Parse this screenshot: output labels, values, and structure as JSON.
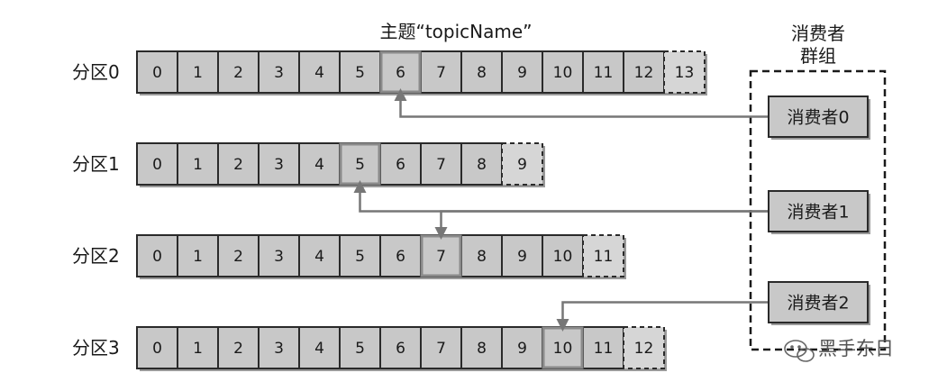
{
  "topic_title": "主题“topicName”",
  "group_title_line1": "消费者",
  "group_title_line2": "群组",
  "partitions": [
    {
      "label": "分区0",
      "offsets": [
        "0",
        "1",
        "2",
        "3",
        "4",
        "5",
        "6",
        "7",
        "8",
        "9",
        "10",
        "11",
        "12",
        "13"
      ],
      "highlighted_offset": "6",
      "pending_offset": "13"
    },
    {
      "label": "分区1",
      "offsets": [
        "0",
        "1",
        "2",
        "3",
        "4",
        "5",
        "6",
        "7",
        "8",
        "9"
      ],
      "highlighted_offset": "5",
      "pending_offset": "9"
    },
    {
      "label": "分区2",
      "offsets": [
        "0",
        "1",
        "2",
        "3",
        "4",
        "5",
        "6",
        "7",
        "8",
        "9",
        "10",
        "11"
      ],
      "highlighted_offset": "7",
      "pending_offset": "11"
    },
    {
      "label": "分区3",
      "offsets": [
        "0",
        "1",
        "2",
        "3",
        "4",
        "5",
        "6",
        "7",
        "8",
        "9",
        "10",
        "11",
        "12"
      ],
      "highlighted_offset": "10",
      "pending_offset": "12"
    }
  ],
  "consumers": [
    {
      "label": "消费者0",
      "reads_partitions": [
        "分区0"
      ]
    },
    {
      "label": "消费者1",
      "reads_partitions": [
        "分区1",
        "分区2"
      ]
    },
    {
      "label": "消费者2",
      "reads_partitions": [
        "分区3"
      ]
    }
  ],
  "watermark": "黑手东日",
  "colors": {
    "cell_fill": "#c8c8c8",
    "cell_stroke": "#2a2a2a",
    "highlight_stroke": "#8a8a8a",
    "pending_fill": "#d6d6d6",
    "arrow": "#777777",
    "shadow": "#9a9a9a"
  }
}
